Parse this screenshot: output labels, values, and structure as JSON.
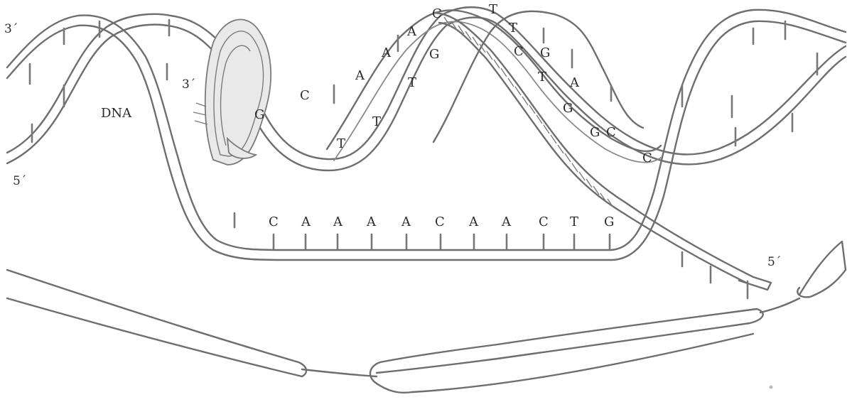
{
  "labels": {
    "dna": "DNA",
    "dna_left_3prime": "3´",
    "dna_left_5prime": "5´",
    "rna_3prime": "3´",
    "rna_5prime": "5´"
  },
  "template_strand_bases": [
    "C",
    "A",
    "A",
    "A",
    "A",
    "C",
    "A",
    "A",
    "C",
    "T",
    "G"
  ],
  "rna_bases": [
    "G",
    "C",
    "T",
    "T",
    "T",
    "A",
    "A",
    "A",
    "G",
    "C"
  ],
  "coding_strand_bases": [
    "T",
    "T",
    "C",
    "G",
    "T",
    "G",
    "A",
    "G",
    "C",
    "C"
  ]
}
